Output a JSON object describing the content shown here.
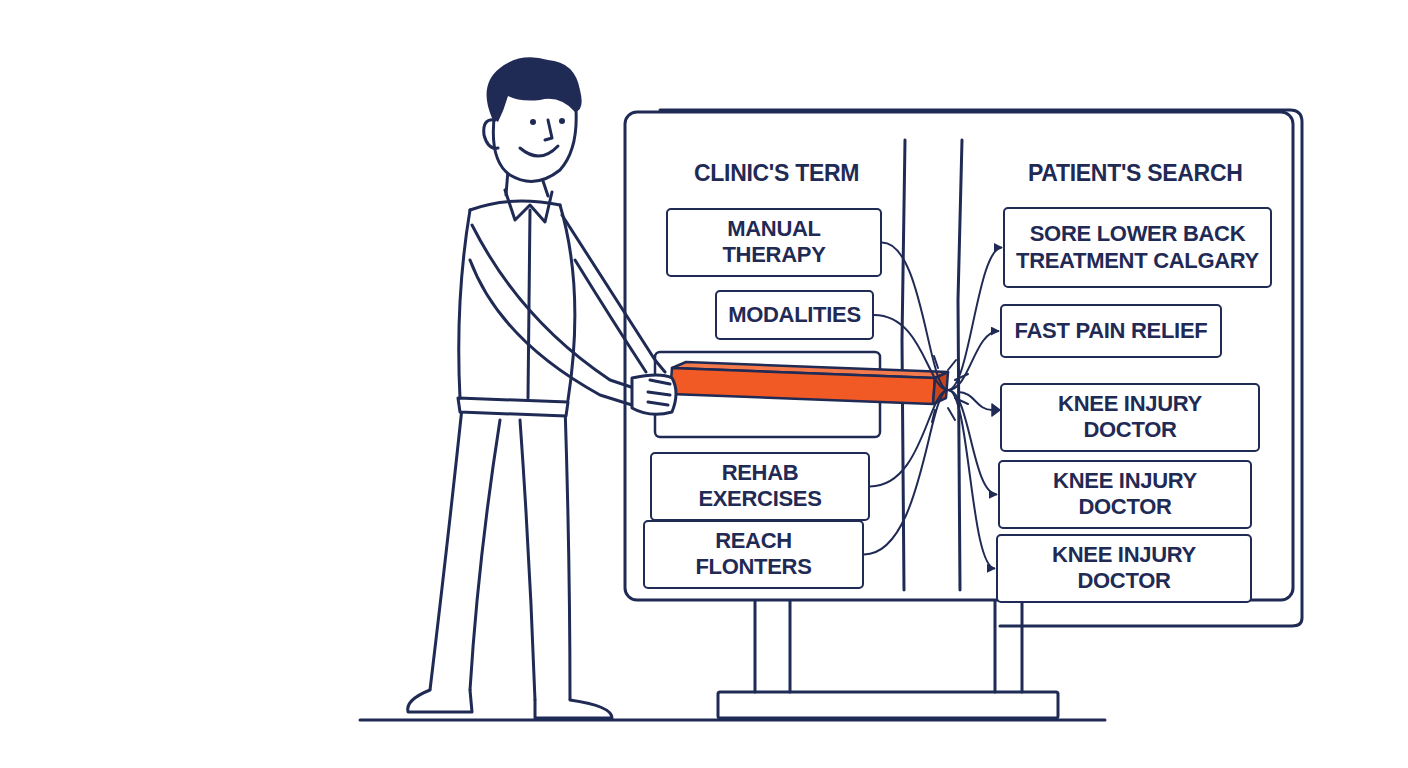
{
  "diagram": {
    "nodes": [
      {
        "text": [
          "MANUAL THERAPY"
        ]
      },
      {
        "text": [
          "MODALITIES"
        ]
      },
      {
        "text": [
          "REHAB EXERCISES"
        ]
      },
      {
        "text": [
          "REACH FLONTERS"
        ]
      },
      {
        "text": [
          "SORE LOWER BACK TREATMENT CALGARY"
        ]
      },
      {
        "text": [
          "FAST PAIN RELIEF"
        ]
      },
      {
        "text": [
          "KNEE INJURY DOCTOR"
        ]
      },
      {
        "text": [
          "KNEE INJURY DOCTOR"
        ]
      },
      {
        "text": [
          "KNEE INJURY DOCTOR"
        ]
      }
    ],
    "edges": [
      {
        "from": 0,
        "to": 4,
        "arrow": "to"
      },
      {
        "from": 1,
        "to": 5,
        "arrow": "to"
      },
      {
        "from": 2,
        "to": 7,
        "arrow": "to"
      },
      {
        "from": 3,
        "to": 8,
        "arrow": "to"
      }
    ],
    "labels": [
      "CLINIC'S TERM",
      "PATIENT'S SEARCH"
    ]
  }
}
